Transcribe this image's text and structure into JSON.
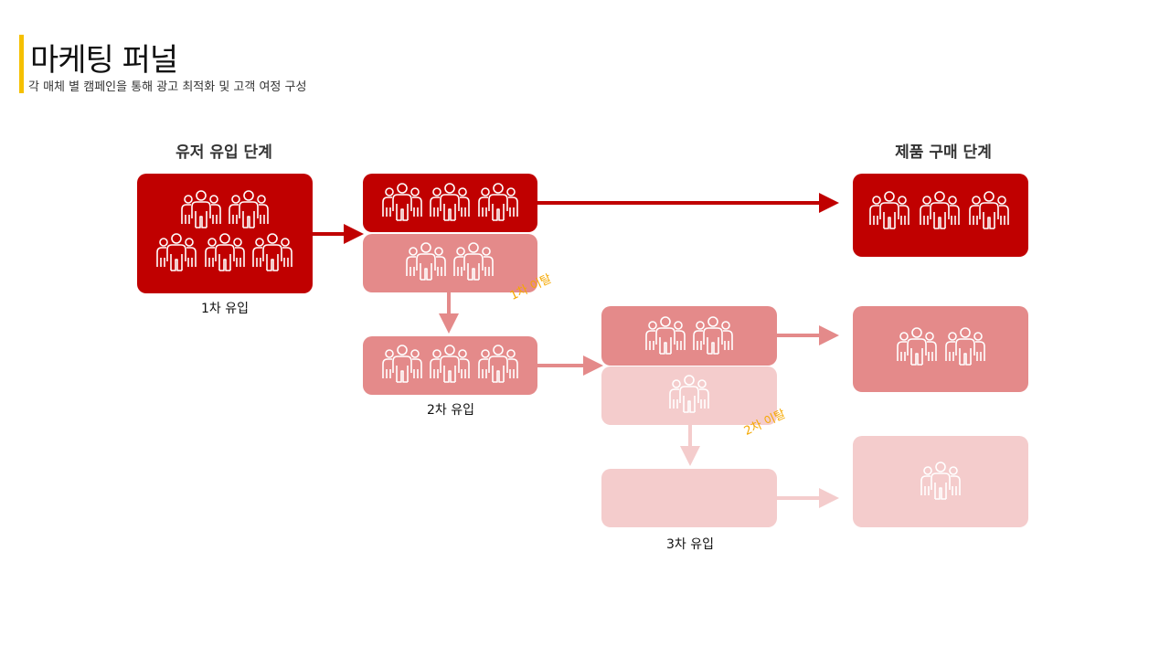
{
  "header": {
    "title": "마케팅 퍼널",
    "subtitle": "각 매체 별 캠페인을 통해 광고 최적화 및 고객 여정 구성"
  },
  "stages": {
    "left": "유저 유입 단계",
    "right": "제품 구매 단계"
  },
  "labels": {
    "first_inflow": "1차 유입",
    "second_inflow": "2차 유입",
    "third_inflow": "3차 유입",
    "first_drop": "1차 이탈",
    "second_drop": "2차 이탈"
  },
  "colors": {
    "dark": "#C00000",
    "mid": "#E48A8A",
    "light": "#F4CCCC",
    "accent": "#F5C000",
    "drop_text": "#F5A800"
  },
  "icon": "people-group-icon"
}
